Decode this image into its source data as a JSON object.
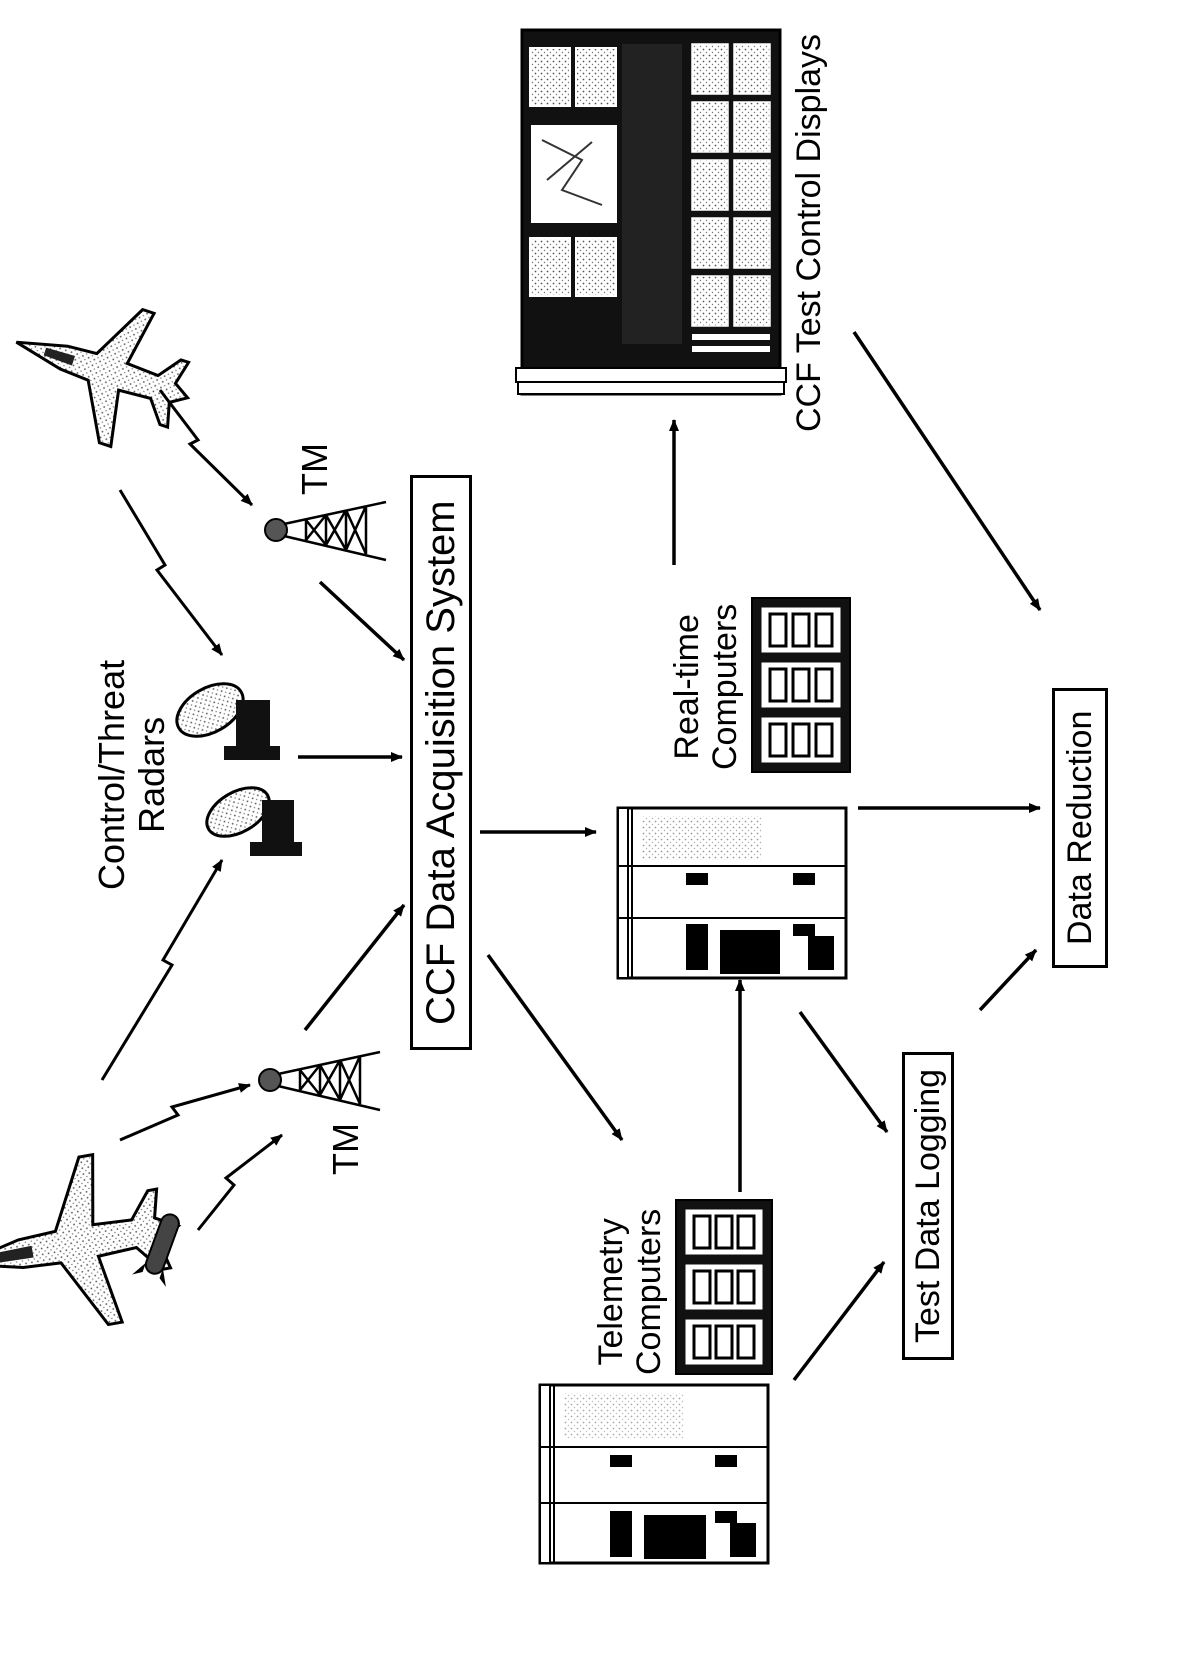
{
  "diagram": {
    "labels": {
      "acquisition": "CCF Data Acquisition System",
      "radars": "Control/Threat\nRadars",
      "tm_left": "TM",
      "tm_right": "TM",
      "realtime": "Real-time\nComputers",
      "telemetry": "Telemetry\nComputers",
      "test_control": "CCF Test Control Displays",
      "data_logging": "Test Data Logging",
      "data_reduction": "Data Reduction"
    },
    "icons": [
      "fighter-jet-icon",
      "missile-icon",
      "radar-dish-icon",
      "antenna-tower-icon",
      "computer-rack-icon",
      "computer-terminal-icon",
      "control-console-icon"
    ]
  }
}
